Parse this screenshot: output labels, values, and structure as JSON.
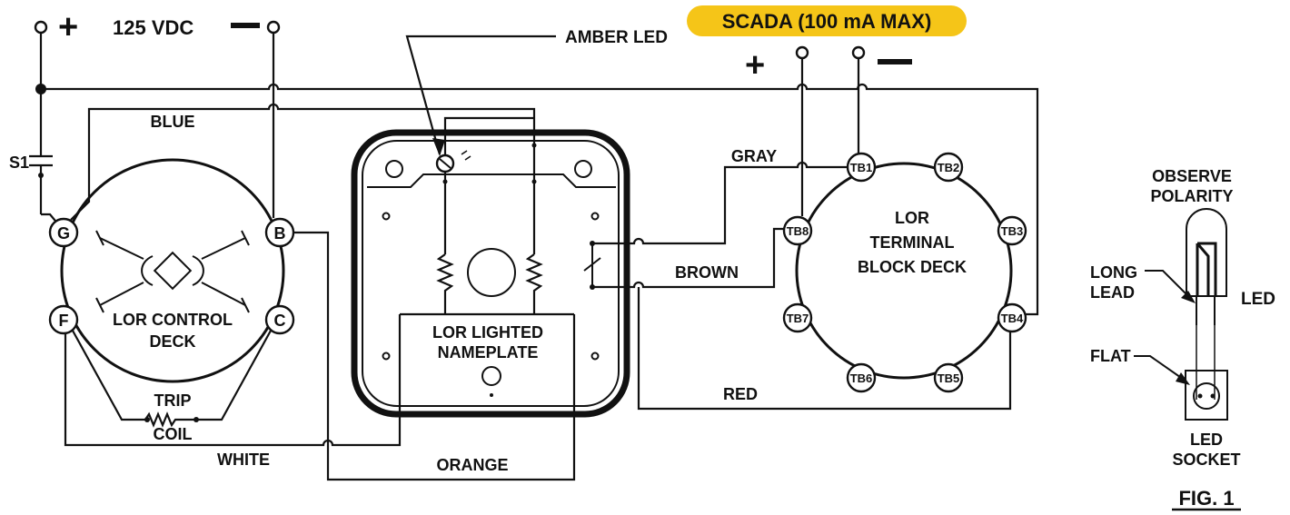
{
  "power": {
    "plus": "+",
    "minus": "—",
    "label": "125 VDC"
  },
  "switch_label": "S1",
  "control_deck": {
    "label_line1": "LOR CONTROL",
    "label_line2": "DECK",
    "terminals": [
      "G",
      "B",
      "F",
      "C"
    ],
    "trip_coil_line1": "TRIP",
    "trip_coil_line2": "COIL"
  },
  "nameplate": {
    "label_line1": "LOR LIGHTED",
    "label_line2": "NAMEPLATE"
  },
  "amber_led_label": "AMBER LED",
  "scada": {
    "label": "SCADA (100 mA MAX)",
    "badge_color": "#F5C518",
    "plus": "+",
    "minus": "—"
  },
  "terminal_deck": {
    "label_line1": "LOR",
    "label_line2": "TERMINAL",
    "label_line3": "BLOCK DECK",
    "terminals": [
      "TB1",
      "TB2",
      "TB3",
      "TB4",
      "TB5",
      "TB6",
      "TB7",
      "TB8"
    ]
  },
  "wires": {
    "blue": "BLUE",
    "gray": "GRAY",
    "brown": "BROWN",
    "red": "RED",
    "white": "WHITE",
    "orange": "ORANGE"
  },
  "led_detail": {
    "observe_line1": "OBSERVE",
    "observe_line2": "POLARITY",
    "long_lead_line1": "LONG",
    "long_lead_line2": "LEAD",
    "led": "LED",
    "flat": "FLAT",
    "socket_line1": "LED",
    "socket_line2": "SOCKET"
  },
  "figure_label": "FIG. 1"
}
